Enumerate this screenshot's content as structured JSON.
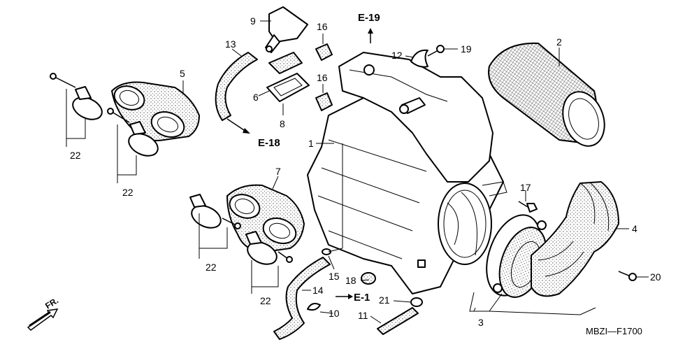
{
  "callouts": {
    "c1": "1",
    "c2": "2",
    "c3": "3",
    "c4": "4",
    "c5": "5",
    "c6": "6",
    "c7": "7",
    "c8": "8",
    "c9": "9",
    "c10": "10",
    "c11": "11",
    "c12": "12",
    "c13": "13",
    "c14": "14",
    "c15": "15",
    "c16a": "16",
    "c16b": "16",
    "c17": "17",
    "c18": "18",
    "c19": "19",
    "c20": "20",
    "c21": "21",
    "c22a": "22",
    "c22b": "22",
    "c22c": "22",
    "c22d": "22"
  },
  "references": {
    "e19": "E-19",
    "e18": "E-18",
    "e1": "E-1"
  },
  "direction_label": "FR.",
  "diagram_code": "MBZI—F1700",
  "colors": {
    "line": "#000000",
    "background": "#ffffff",
    "shading": "#e6e6e6"
  }
}
